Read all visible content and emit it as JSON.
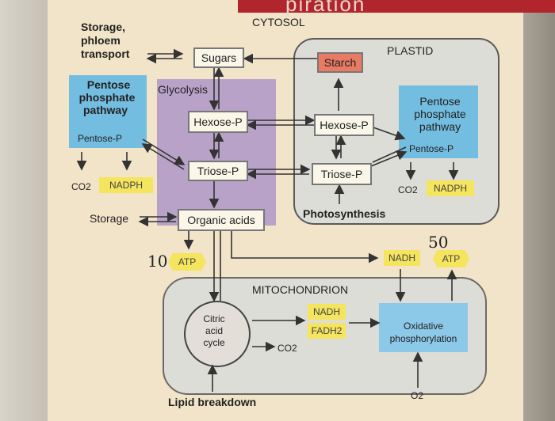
{
  "banner": {
    "text": "piration"
  },
  "regions": {
    "cytosol": "CYTOSOL",
    "plastid": "PLASTID",
    "mitochondrion": "MITOCHONDRION"
  },
  "labels": {
    "storage_phloem": [
      "Storage,",
      "phloem",
      "transport"
    ],
    "glycolysis": "Glycolysis",
    "ppp_left": [
      "Pentose",
      "phosphate",
      "pathway"
    ],
    "pentose_p_left": "Pentose-P",
    "ppp_right": [
      "Pentose",
      "phosphate",
      "pathway"
    ],
    "pentose_p_right": "Pentose-P",
    "co2_left": "CO2",
    "co2_right": "CO2",
    "co2_mito": "CO2",
    "storage": "Storage",
    "photosynthesis": "Photosynthesis",
    "citric_cycle": [
      "Citric",
      "acid",
      "cycle"
    ],
    "lipid_breakdown": "Lipid breakdown",
    "oxidative": [
      "Oxidative",
      "phosphorylation"
    ],
    "o2": "O2"
  },
  "boxes": {
    "sugars": "Sugars",
    "starch": "Starch",
    "hexose_cyto": "Hexose-P",
    "hexose_plastid": "Hexose-P",
    "triose_cyto": "Triose-P",
    "triose_plastid": "Triose-P",
    "organic_acids": "Organic acids"
  },
  "tags": {
    "nadph_left": "NADPH",
    "nadph_right": "NADPH",
    "atp_left": "ATP",
    "nadh_top": "NADH",
    "atp_top": "ATP",
    "nadh_mito": "NADH",
    "fadh_mito": "FADH2"
  },
  "handwritten": {
    "atp_count_left": "10",
    "atp_count_right": "50"
  },
  "colors": {
    "background": "#f2e4c9",
    "purple_panel": "#b9a2c8",
    "blue_panel": "#73bde0",
    "yellow_tag": "#f4e45e",
    "starch_red": "#e97a64",
    "banner_red": "#b0262c"
  }
}
